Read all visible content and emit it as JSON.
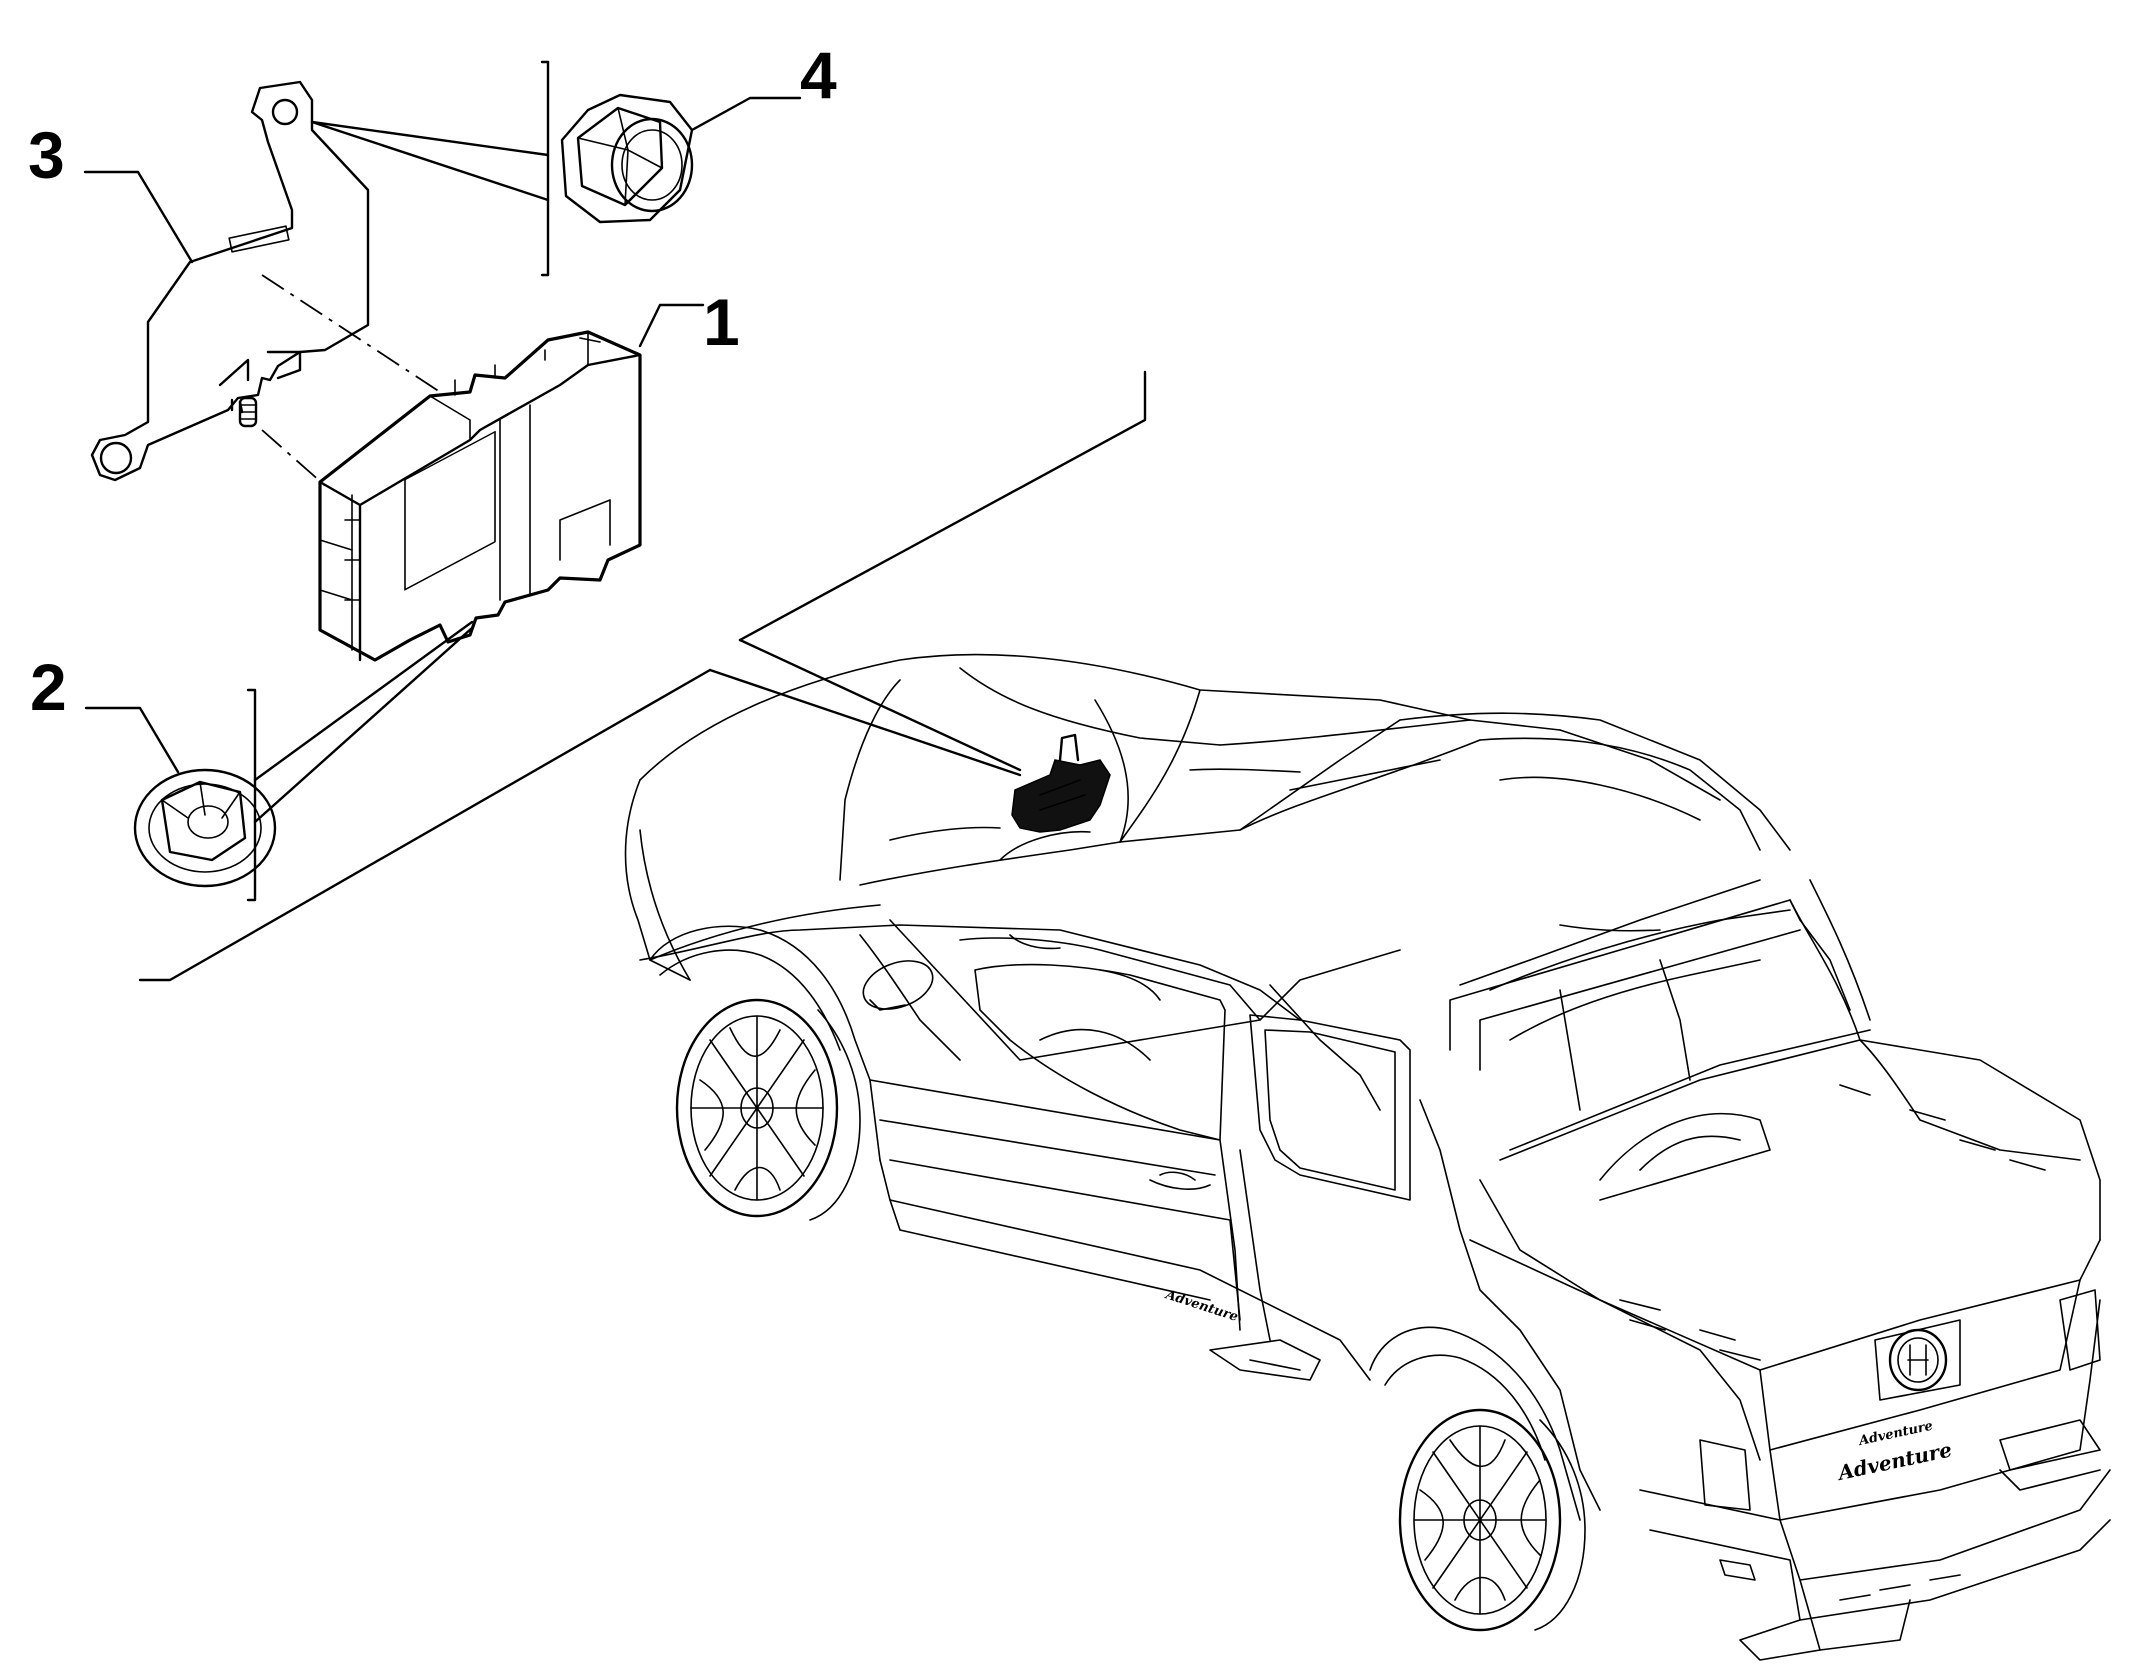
{
  "callouts": [
    {
      "id": "1",
      "label": "1"
    },
    {
      "id": "2",
      "label": "2"
    },
    {
      "id": "3",
      "label": "3"
    },
    {
      "id": "4",
      "label": "4"
    }
  ],
  "vehicle": {
    "rear_badge": "Adventure",
    "side_badge": "Adventure"
  }
}
